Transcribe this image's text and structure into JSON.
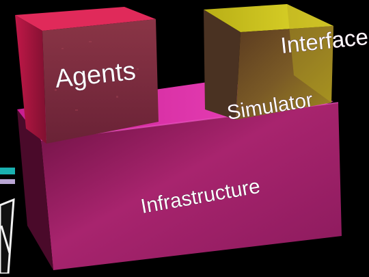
{
  "blocks": {
    "agents": "Agents",
    "simulator": "Simulator",
    "interfaces": "Interfaces",
    "infrastructure": "Infrastructure"
  },
  "colors": {
    "background": "#000000",
    "infrastructure_front": "#a8246e",
    "infrastructure_top": "#e02aa8",
    "agents_front": "#7a2a3e",
    "agents_top": "#e02a5a",
    "simulator_interfaces_top": "#c9c21e",
    "simulator_interfaces_front": "#7a5a26",
    "stripe_cyan": "#1ab0b0",
    "stripe_lilac": "#b9a6d4"
  }
}
